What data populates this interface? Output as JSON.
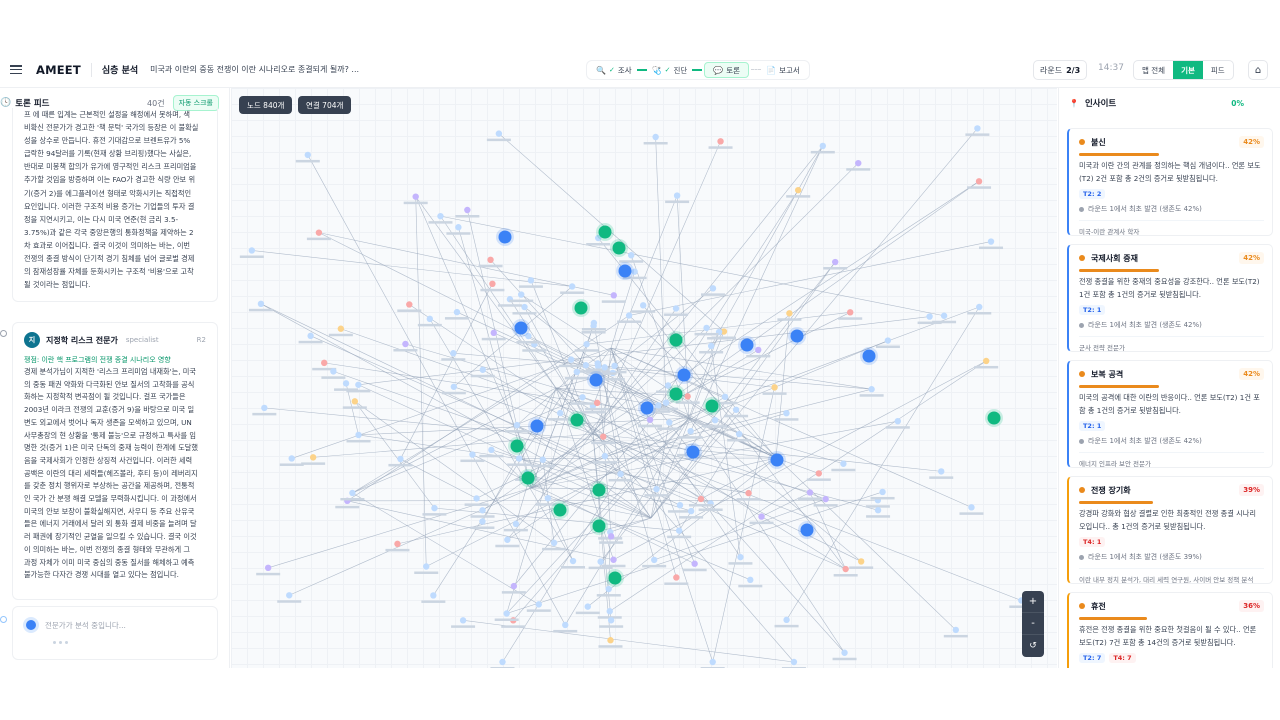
{
  "header": {
    "brand": "AMEET",
    "mode": "심층 분석",
    "question": "미국과 이란의 중동 전쟁이 이란 시나리오로 종결되게 될까? ...",
    "steps": [
      {
        "label": "조사",
        "icon": "🔍",
        "done": true
      },
      {
        "label": "진단",
        "icon": "🩺",
        "done": true
      },
      {
        "label": "토론",
        "icon": "💬",
        "done": false,
        "active": true
      },
      {
        "label": "보고서",
        "icon": "📄",
        "done": false
      }
    ],
    "round_label": "라운드",
    "round_value": "2/3",
    "clock": "14:37",
    "view_tabs": [
      {
        "label": "맵 전체",
        "active": false
      },
      {
        "label": "기본",
        "active": true
      },
      {
        "label": "피드",
        "active": false
      }
    ]
  },
  "feed": {
    "title": "토론 피드",
    "count": "40건",
    "autoscroll": "자동 스크롤",
    "card1_lines": [
      "프 에 때른 입계는 근본적인 설정을 해정에서 못하며, 색",
      "비확신 전문가가 경고한 '책 문턱' 국가의 등장은 이 불확실",
      "성을 상수로 만듭니다. 휴전 기대감으로 브렌트유가 5%",
      "급락한 94달러를 기록(현재 상황 브리핑)했다는 사실은,",
      "반대로 미봉책 합의가 유가에 영구적인 리스크 프리미엄을",
      "추가할 것임을 방증하며 이는 FAO가 경고한 식량 안보 위",
      "기(증거 2)를 에그플레이션 형태로 악화시키는 직접적인",
      "요인입니다. 이러한 구조적 비용 증가는 기업들의 투자 결",
      "정을 지연시키고, 이는 다시 미국 연준(현 금리 3.5-",
      "3.75%)과 같은 각국 중앙은행의 통화정책을 제약하는 2",
      "차 효과로 이어집니다. 결국 이것이 의미하는 바는, 이번",
      "전쟁의 종결 방식이 단기적 경기 침체를 넘어 글로벌 경제",
      "의 잠재성장률 자체를 둔화시키는 구조적 '비용'으로 고착",
      "될 것이라는 점입니다."
    ],
    "agent": {
      "initial": "지",
      "name": "지정학 리스크 전문가",
      "role": "specialist",
      "round": "R2",
      "stance": "쟁점: 이란 핵 프로그램의 전쟁 종결 시나리오 영향",
      "lines": [
        "경제 분석가님이 지적한 '리스크 프리미엄 내재화'는, 미국",
        "의 중동 패권 약화와 다극화된 안보 질서의 고착화를 공식",
        "화하는 지정학적 변곡점이 될 것입니다. 걸프 국가들은",
        "2003년 이라크 전쟁의 교훈(증거 9)을 바탕으로 미국 일",
        "변도 외교에서 벗어나 독자 생존을 모색하고 있으며, UN",
        "사무총장의 현 상황을 '통제 불능'으로 규정하고 특사를 임",
        "명한 것(증거 1)은 미국 단독의 중재 능력이 한계에 도달했",
        "음을 국제사회가 인정한 상징적 사건입니다. 이러한 세력",
        "공백은 이란의 대리 세력들(헤즈볼라, 후티 등)이 레버리지",
        "를 갖춘 정치 행위자로 부상하는 공간을 제공하며, 전통적",
        "인 국가 간 분쟁 해결 모델을 무력화시킵니다. 이 과정에서",
        "미국의 안보 보장이 불확실해지면, 사우디 등 주요 산유국",
        "들은 에너지 거래에서 달러 외 통화 결제 비중을 늘려며 달",
        "러 패권에 장기적인 균열을 일으킬 수 있습니다. 결국 이것",
        "이 의미하는 바는, 이번 전쟁의 종결 형태와 무관하게 그",
        "과정 자체가 이미 미국 중심의 중동 질서를 해체하고 예측",
        "불가능한 다자간 경쟁 시대를 열고 있다는 점입니다."
      ]
    },
    "analyzing": "전문가가 분석 중입니다..."
  },
  "graph": {
    "node_count": "노드 840개",
    "edge_count": "연결 704개",
    "zoom_in": "+",
    "zoom_out": "-",
    "reset": "↺"
  },
  "insights": {
    "title": "인사이트",
    "progress": "0%",
    "items": [
      {
        "title": "불신",
        "pct": "42%",
        "pct_color": "#ea8a1c",
        "bar": 0.42,
        "dot": "#ea8a1c",
        "accent": "blue",
        "body": [
          "미국과 이란 간의 관계를 정의하는 핵심 개념이다.. 언론 보도",
          "(T2) 2건 포함 총 2건의 증거로 뒷받침됩니다."
        ],
        "tags": [
          {
            "text": "T2: 2",
            "kind": "blue"
          }
        ],
        "found": "라운드 1에서 최초 발견 (생존도 42%)",
        "agent": "미국-이란 관계사 학자"
      },
      {
        "title": "국제사회 중재",
        "pct": "42%",
        "pct_color": "#ea8a1c",
        "bar": 0.42,
        "dot": "#ea8a1c",
        "accent": "blue",
        "body": [
          "전쟁 종결을 위한 중재의 중요성을 강조한다.. 언론 보도(T2)",
          "1건 포함 총 1건의 증거로 뒷받침됩니다."
        ],
        "tags": [
          {
            "text": "T2: 1",
            "kind": "blue"
          }
        ],
        "found": "라운드 1에서 최초 발견 (생존도 42%)",
        "agent": "군사 전략 전문가"
      },
      {
        "title": "보복 공격",
        "pct": "42%",
        "pct_color": "#ea8a1c",
        "bar": 0.42,
        "dot": "#ea8a1c",
        "accent": "blue",
        "body": [
          "미국의 공격에 대한 이란의 반응이다.. 언론 보도(T2) 1건 포",
          "함 총 1건의 증거로 뒷받침됩니다."
        ],
        "tags": [
          {
            "text": "T2: 1",
            "kind": "blue"
          }
        ],
        "found": "라운드 1에서 최초 발견 (생존도 42%)",
        "agent": "에너지 인프라 보안 전문가"
      },
      {
        "title": "전쟁 장기화",
        "pct": "39%",
        "pct_color": "#dc2626",
        "bar": 0.39,
        "dot": "#ea8a1c",
        "accent": "orange",
        "body": [
          "강경파 강화와 협상 결렬로 인한 최종적인 전쟁 종결 시나리",
          "오입니다.. 총 1건의 증거로 뒷받침됩니다."
        ],
        "tags": [
          {
            "text": "T4: 1",
            "kind": "red"
          }
        ],
        "found": "라운드 1에서 최초 발견 (생존도 39%)",
        "agent": "이란 내부 정치 분석가, 대리 세력 연구원, 사이버 안보 정책 분석"
      },
      {
        "title": "휴전",
        "pct": "36%",
        "pct_color": "#dc2626",
        "bar": 0.36,
        "dot": "#ea8a1c",
        "accent": "orange",
        "body": [
          "휴전은 전쟁 종결을 위한 중요한 첫걸음이 될 수 있다.. 언론",
          "보도(T2) 7건 포함 총 14건의 증거로 뒷받침됩니다."
        ],
        "tags": [
          {
            "text": "T2: 7",
            "kind": "blue"
          },
          {
            "text": "T4: 7",
            "kind": "red"
          }
        ],
        "found": "",
        "agent": ""
      }
    ]
  },
  "colors": {
    "accent": "#10b981",
    "blue_node": "#3b82f6",
    "green_node": "#10b981",
    "purple_node": "#a78bfa",
    "orange": "#ea8a1c"
  }
}
